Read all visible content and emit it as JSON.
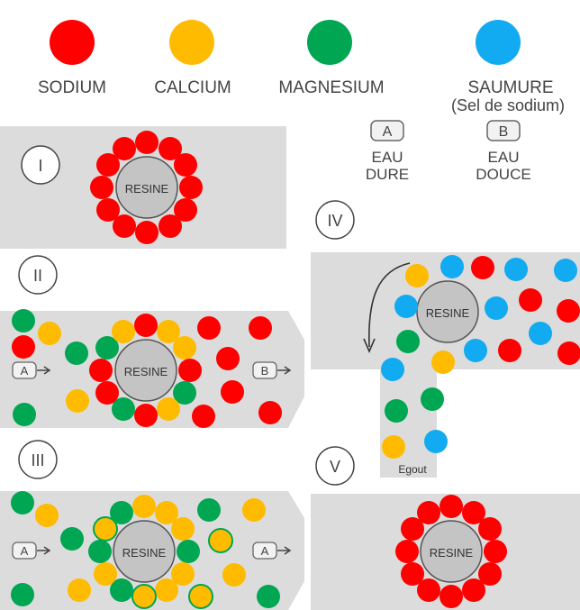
{
  "legend": [
    {
      "label": "SODIUM",
      "color": "#ff0000"
    },
    {
      "label": "CALCIUM",
      "color": "#ffbb00"
    },
    {
      "label": "MAGNESIUM",
      "color": "#00a651"
    },
    {
      "label": "SAUMURE",
      "sublabel": "(Sel de sodium)",
      "color": "#12aaf0"
    }
  ],
  "water_types": {
    "a": {
      "letter": "A",
      "line1": "EAU",
      "line2": "DURE"
    },
    "b": {
      "letter": "B",
      "line1": "EAU",
      "line2": "DOUCE"
    }
  },
  "panels": {
    "p1": {
      "numeral": "I",
      "resin": "RESINE"
    },
    "p2": {
      "numeral": "II",
      "resin": "RESINE",
      "inlet": "A",
      "outlet": "B"
    },
    "p3": {
      "numeral": "III",
      "resin": "RESINE",
      "inlet": "A",
      "outlet": "A"
    },
    "p4": {
      "numeral": "IV",
      "resin": "RESINE",
      "drain": "Egout"
    },
    "p5": {
      "numeral": "V",
      "resin": "RESINE"
    }
  },
  "colors": {
    "sodium": "#ff0000",
    "calcium": "#ffbb00",
    "magnesium": "#00a651",
    "brine": "#12aaf0",
    "channel": "#dcdcdc",
    "resin": "#c4c4c4"
  }
}
